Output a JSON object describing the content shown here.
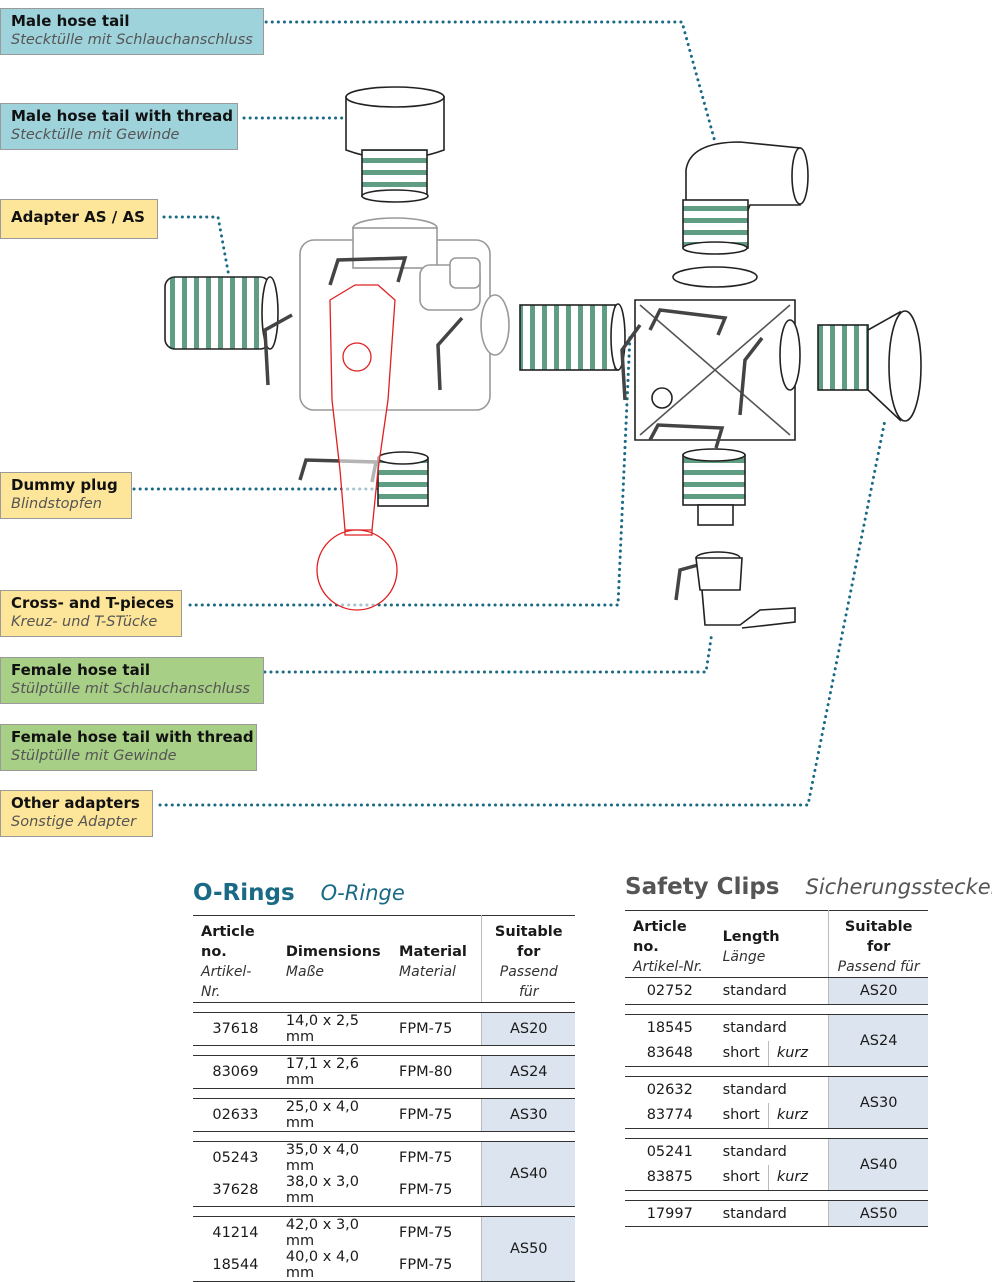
{
  "labels": {
    "male_hose_tail": {
      "en": "Male hose tail",
      "de": "Stecktülle mit Schlauchanschluss"
    },
    "male_hose_tail_thread": {
      "en": "Male hose tail with thread",
      "de": "Stecktülle mit Gewinde"
    },
    "adapter": {
      "en": "Adapter AS / AS"
    },
    "dummy_plug": {
      "en": "Dummy plug",
      "de": "Blindstopfen"
    },
    "cross_t": {
      "en": "Cross- and T-pieces",
      "de": "Kreuz- und T-STücke"
    },
    "female_hose_tail": {
      "en": "Female hose tail",
      "de": "Stülptülle mit Schlauchanschluss"
    },
    "female_hose_tail_thread": {
      "en": "Female hose tail with thread",
      "de": "Stülptülle mit Gewinde"
    },
    "other_adapters": {
      "en": "Other adapters",
      "de": "Sonstige Adapter"
    }
  },
  "colors": {
    "blue": "#9fd3dc",
    "yellow": "#fde59a",
    "green": "#a8cf86",
    "ring": "#5f9e83",
    "leader": "#1a6a86",
    "highlight": "#e02020"
  },
  "orings": {
    "title": "O-Rings",
    "title_de": "O-Ringe",
    "headers": [
      {
        "en": "Article no.",
        "de": "Artikel-Nr."
      },
      {
        "en": "Dimensions",
        "de": "Maße"
      },
      {
        "en": "Material",
        "de": "Material"
      },
      {
        "en": "Suitable for",
        "de": "Passend für"
      }
    ],
    "rows": [
      {
        "article": "37618",
        "dim": "14,0 x 2,5 mm",
        "material": "FPM-75"
      },
      {
        "article": "83069",
        "dim": "17,1 x 2,6 mm",
        "material": "FPM-80"
      },
      {
        "article": "02633",
        "dim": "25,0 x 4,0 mm",
        "material": "FPM-75"
      },
      {
        "article": "05243",
        "dim": "35,0 x 4,0 mm",
        "material": "FPM-75"
      },
      {
        "article": "37628",
        "dim": "38,0 x 3,0 mm",
        "material": "FPM-75"
      },
      {
        "article": "41214",
        "dim": "42,0 x 3,0 mm",
        "material": "FPM-75"
      },
      {
        "article": "18544",
        "dim": "40,0 x 4,0 mm",
        "material": "FPM-75"
      }
    ],
    "suits": [
      "AS20",
      "AS24",
      "AS30",
      "AS40",
      "AS50"
    ]
  },
  "clips": {
    "title": "Safety Clips",
    "title_de": "Sicherungsstecker",
    "headers": [
      {
        "en": "Article no.",
        "de": "Artikel-Nr."
      },
      {
        "en": "Length",
        "de": "Länge"
      },
      {
        "en": "Suitable for",
        "de": "Passend für"
      }
    ],
    "rows": [
      {
        "article": "02752",
        "length": "standard"
      },
      {
        "article": "18545",
        "length": "standard"
      },
      {
        "article": "83648",
        "length": "short",
        "length_de": "kurz"
      },
      {
        "article": "02632",
        "length": "standard"
      },
      {
        "article": "83774",
        "length": "short",
        "length_de": "kurz"
      },
      {
        "article": "05241",
        "length": "standard"
      },
      {
        "article": "83875",
        "length": "short",
        "length_de": "kurz"
      },
      {
        "article": "17997",
        "length": "standard"
      }
    ],
    "suits": [
      "AS20",
      "AS24",
      "AS30",
      "AS40",
      "AS50"
    ]
  }
}
